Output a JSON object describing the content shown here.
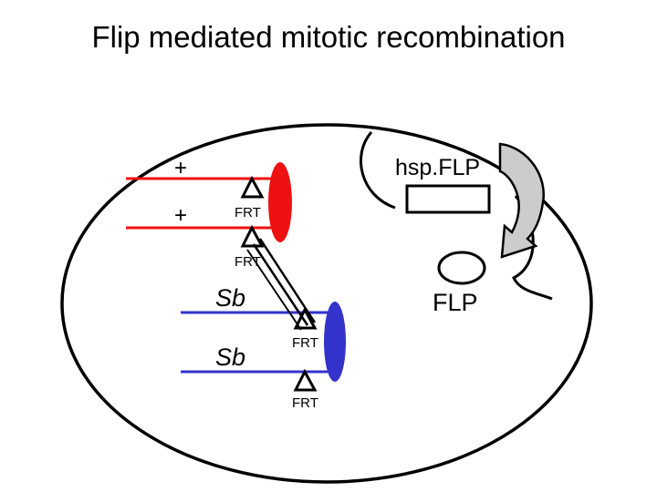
{
  "title": "Flip mediated mitotic recombination",
  "labels": {
    "plus_top": "+",
    "plus_bottom": "+",
    "hsp_flp": "hsp.FLP",
    "frt_1": "FRT",
    "frt_2": "FRT",
    "frt_3": "FRT",
    "frt_4": "FRT",
    "sb_top": "Sb",
    "sb_bottom": "Sb",
    "flp": "FLP"
  },
  "colors": {
    "red_chromosome": "#ee1111",
    "blue_chromosome": "#3333cc",
    "arrow_fill": "#cccccc",
    "outline": "#000000"
  }
}
